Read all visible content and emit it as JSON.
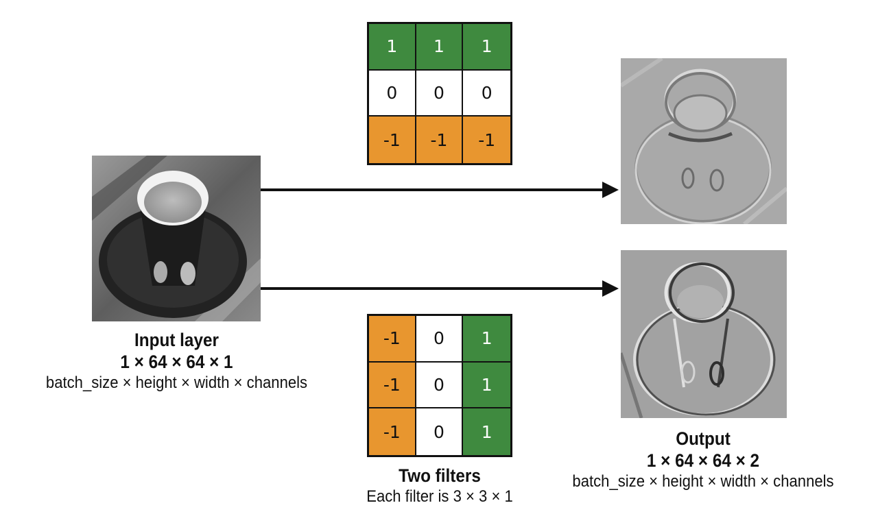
{
  "colors": {
    "positive": "#3f8a3f",
    "zero": "#ffffff",
    "negative": "#e8962f",
    "arrow": "#111111"
  },
  "filters": {
    "horizontal_edge": {
      "rows": [
        [
          "1",
          "1",
          "1"
        ],
        [
          "0",
          "0",
          "0"
        ],
        [
          "-1",
          "-1",
          "-1"
        ]
      ]
    },
    "vertical_edge": {
      "rows": [
        [
          "-1",
          "0",
          "1"
        ],
        [
          "-1",
          "0",
          "1"
        ],
        [
          "-1",
          "0",
          "1"
        ]
      ]
    }
  },
  "input": {
    "title": "Input layer",
    "dims": "1 × 64 × 64 × 1",
    "desc": "batch_size × height × width × channels"
  },
  "filters_caption": {
    "title": "Two filters",
    "desc": "Each filter is 3 × 3 × 1"
  },
  "output": {
    "title": "Output",
    "dims": "1 × 64 × 64 × 2",
    "desc": "batch_size × height × width × channels"
  }
}
